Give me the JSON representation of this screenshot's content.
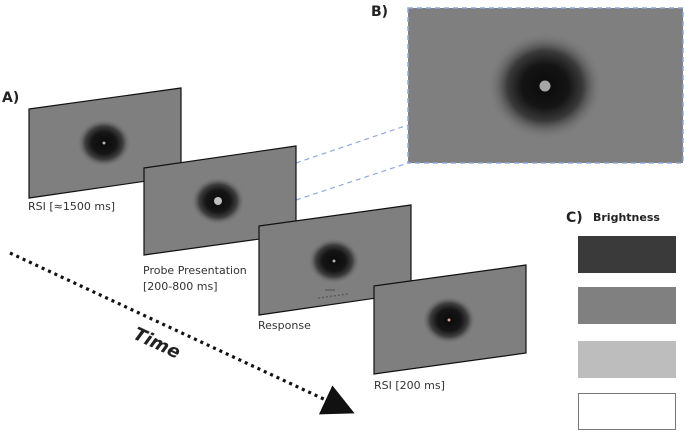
{
  "labels": {
    "a": "A)",
    "b": "B)",
    "c": "C)"
  },
  "stages": [
    {
      "caption": [
        "RSI [≈1500 ms]"
      ]
    },
    {
      "caption": [
        "Probe Presentation",
        "[200-800 ms]"
      ]
    },
    {
      "caption": [
        "Response"
      ]
    },
    {
      "caption": [
        "RSI [200 ms]"
      ]
    }
  ],
  "time_label": "Time",
  "brightness": {
    "title": "Brightness",
    "swatches": [
      "#3a3a3a",
      "#808080",
      "#bdbdbd",
      "#ffffff"
    ]
  },
  "colors": {
    "background_gray": "#7f7f7f",
    "annulus_dark": "#111111",
    "zoom_border": "#8fa8e0"
  }
}
